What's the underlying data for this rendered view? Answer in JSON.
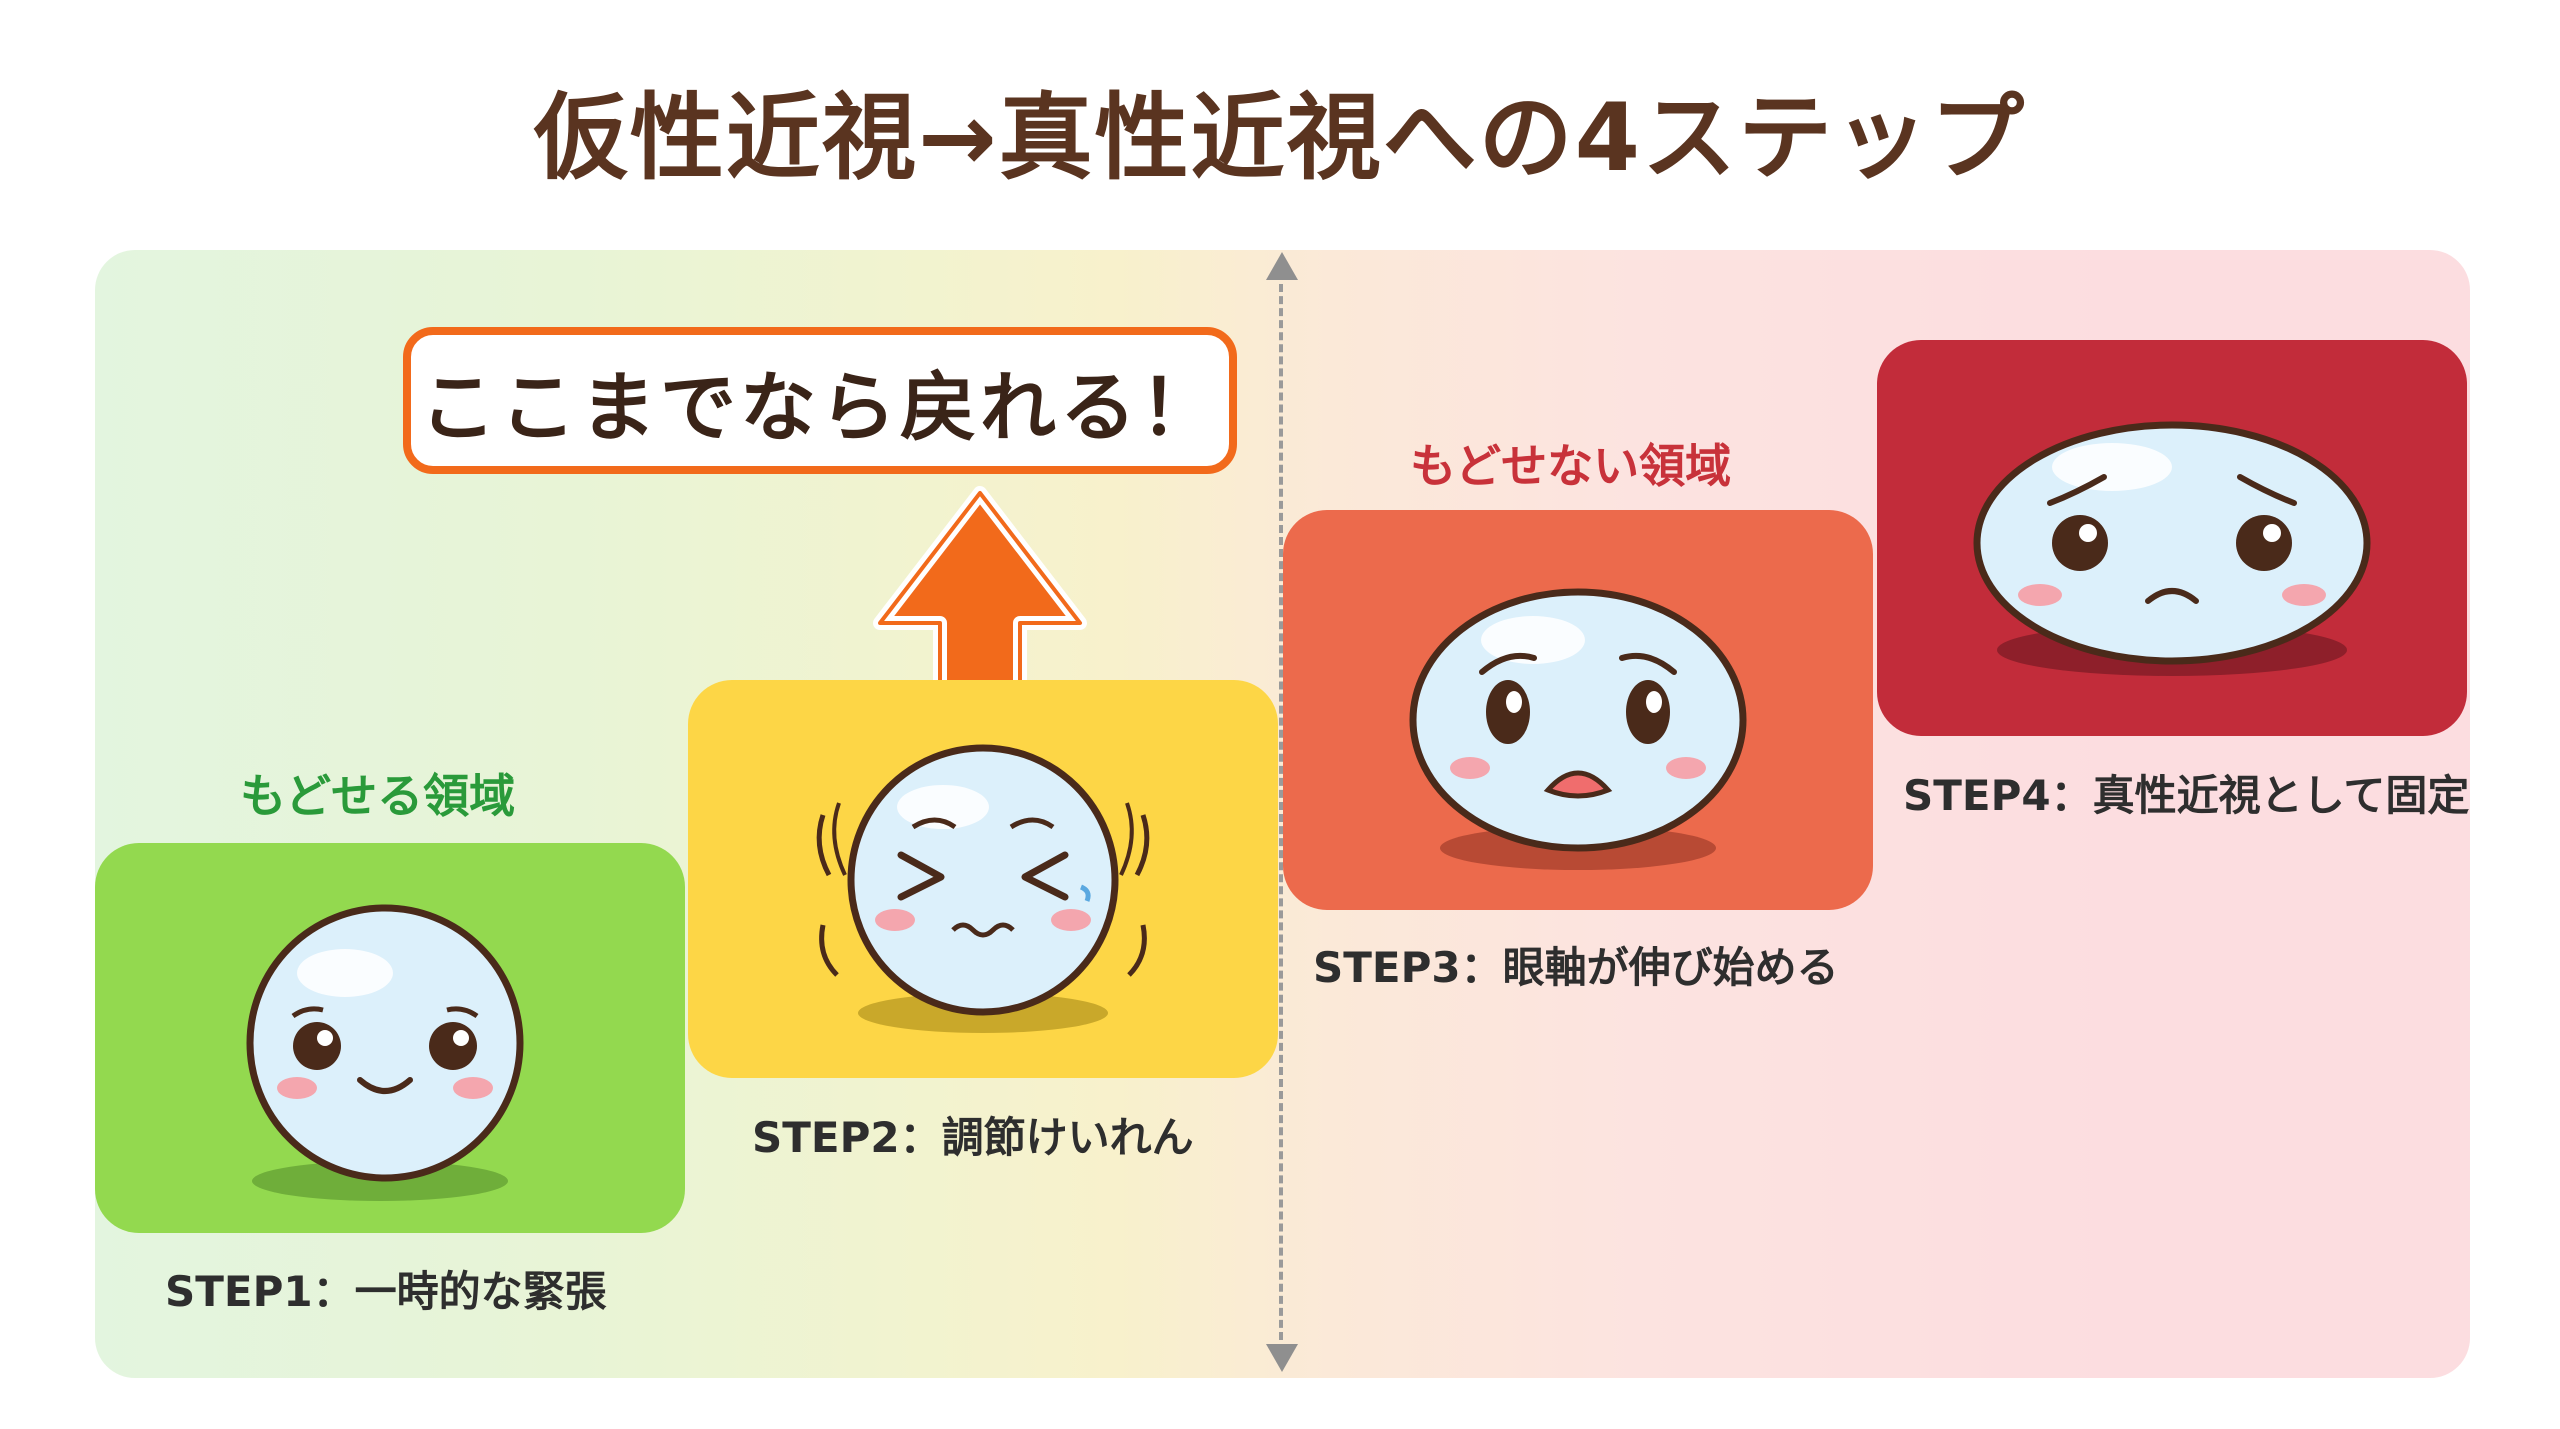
{
  "title": "仮性近視→真性近視への4ステップ",
  "callout": "ここまでなら戻れる！",
  "regions": {
    "reversible": "もどせる領域",
    "irreversible": "もどせない領域"
  },
  "steps": [
    {
      "label": "STEP1：一時的な緊張",
      "color": "#93d94f"
    },
    {
      "label": "STEP2：調節けいれん",
      "color": "#fdd646"
    },
    {
      "label": "STEP3：眼軸が伸び始める",
      "color": "#ec6a4c"
    },
    {
      "label": "STEP4：真性近視として固定",
      "color": "#c22c3a"
    }
  ],
  "colors": {
    "arrow": "#f26a1b",
    "divider": "#9a9a9a",
    "reversible_text": "#2a9a3a",
    "irreversible_text": "#c8323a"
  }
}
